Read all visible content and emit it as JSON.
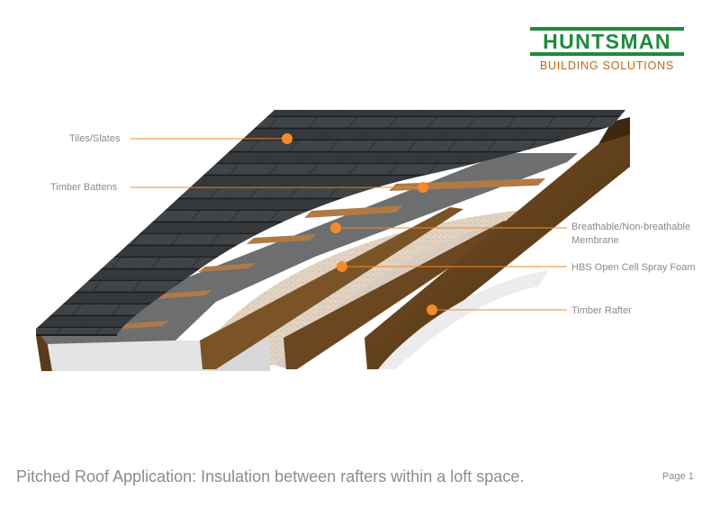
{
  "logo": {
    "brand": "HUNTSMAN",
    "division": "BUILDING SOLUTIONS"
  },
  "labels": {
    "tiles": "Tiles/Slates",
    "battens": "Timber Battens",
    "membrane_line1": "Breathable/Non-breathable",
    "membrane_line2": "Membrane",
    "foam": "HBS Open Cell Spray Foam",
    "rafter": "Timber Rafter"
  },
  "caption": "Pitched Roof Application: Insulation between rafters within a loft space.",
  "page": "Page 1",
  "colors": {
    "brand_green": "#1e8a3c",
    "brand_orange": "#c0661a",
    "callout": "#f28a2e"
  }
}
